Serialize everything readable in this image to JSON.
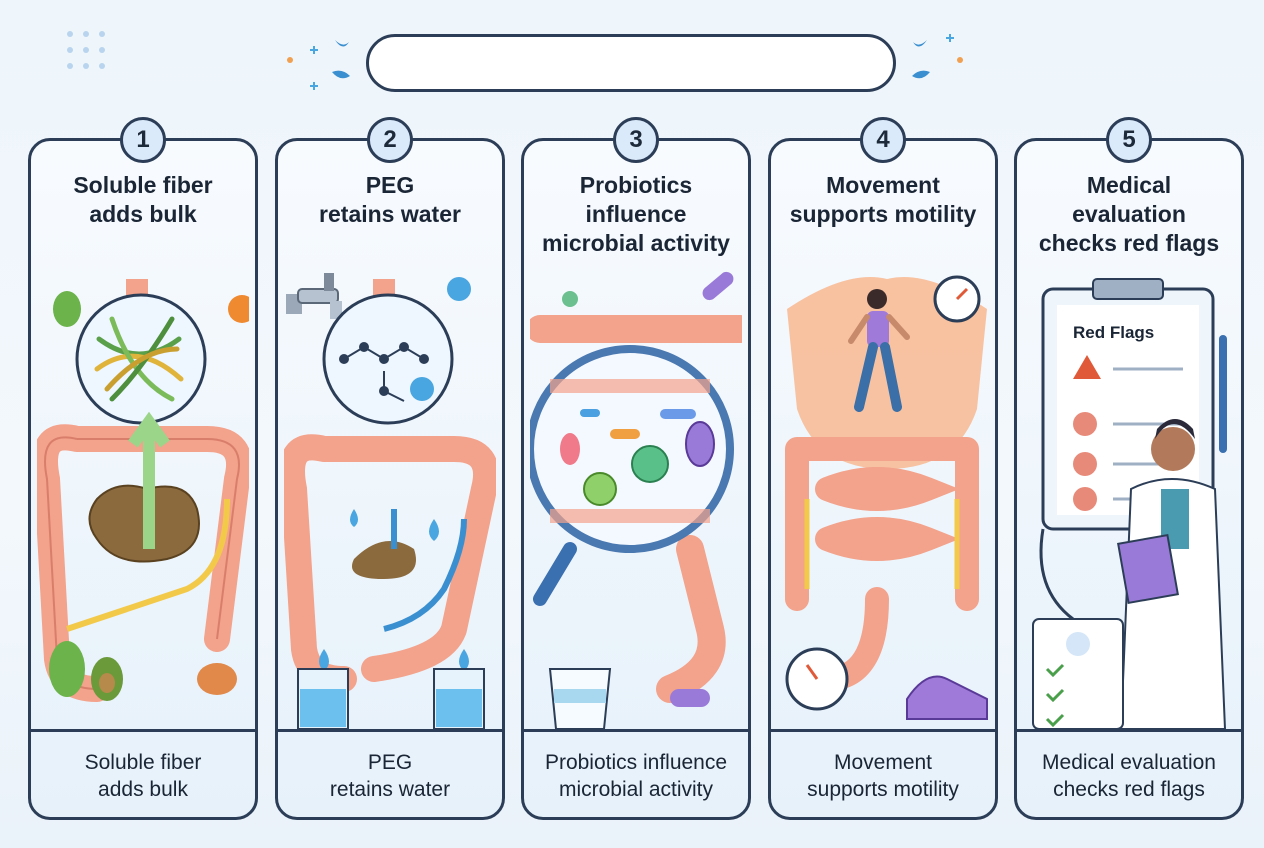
{
  "title": "",
  "colors": {
    "outline": "#2c3e57",
    "intestine": "#f3a28b",
    "stool": "#8b6a3e",
    "arrow_green": "#9bd58a",
    "arrow_yellow": "#f3c94a",
    "water": "#4aa6e0",
    "panel_fill": "#eef5fb"
  },
  "steps": [
    {
      "number": "1",
      "heading": "Soluble fiber\nadds bulk",
      "caption": "Soluble fiber\nadds bulk",
      "icons": [
        "fiber-strands-icon",
        "intestine-icon",
        "stool-icon",
        "vegetables-icon",
        "avocado-icon",
        "carrot-icon"
      ]
    },
    {
      "number": "2",
      "heading": "PEG\nretains water",
      "caption": "PEG\nretains water",
      "icons": [
        "faucet-icon",
        "molecule-icon",
        "water-drop-icon",
        "intestine-icon",
        "water-glass-icon"
      ]
    },
    {
      "number": "3",
      "heading": "Probiotics\ninfluence\nmicrobial activity",
      "caption": "Probiotics influence\nmicrobial activity",
      "icons": [
        "magnifying-glass-icon",
        "bacteria-icon",
        "capsule-icon",
        "yogurt-icon",
        "intestine-icon"
      ]
    },
    {
      "number": "4",
      "heading": "Movement\nsupports motility",
      "caption": "Movement\nsupports motility",
      "icons": [
        "torso-icon",
        "walking-woman-icon",
        "stopwatch-icon",
        "intestine-icon",
        "sneaker-icon"
      ]
    },
    {
      "number": "5",
      "heading": "Medical\nevaluation\nchecks red flags",
      "caption": "Medical evaluation\nchecks red flags",
      "icons": [
        "clipboard-icon",
        "warning-icon",
        "doctor-icon",
        "stethoscope-icon",
        "pen-icon",
        "checklist-icon"
      ],
      "clipboard_title": "Red Flags"
    }
  ]
}
